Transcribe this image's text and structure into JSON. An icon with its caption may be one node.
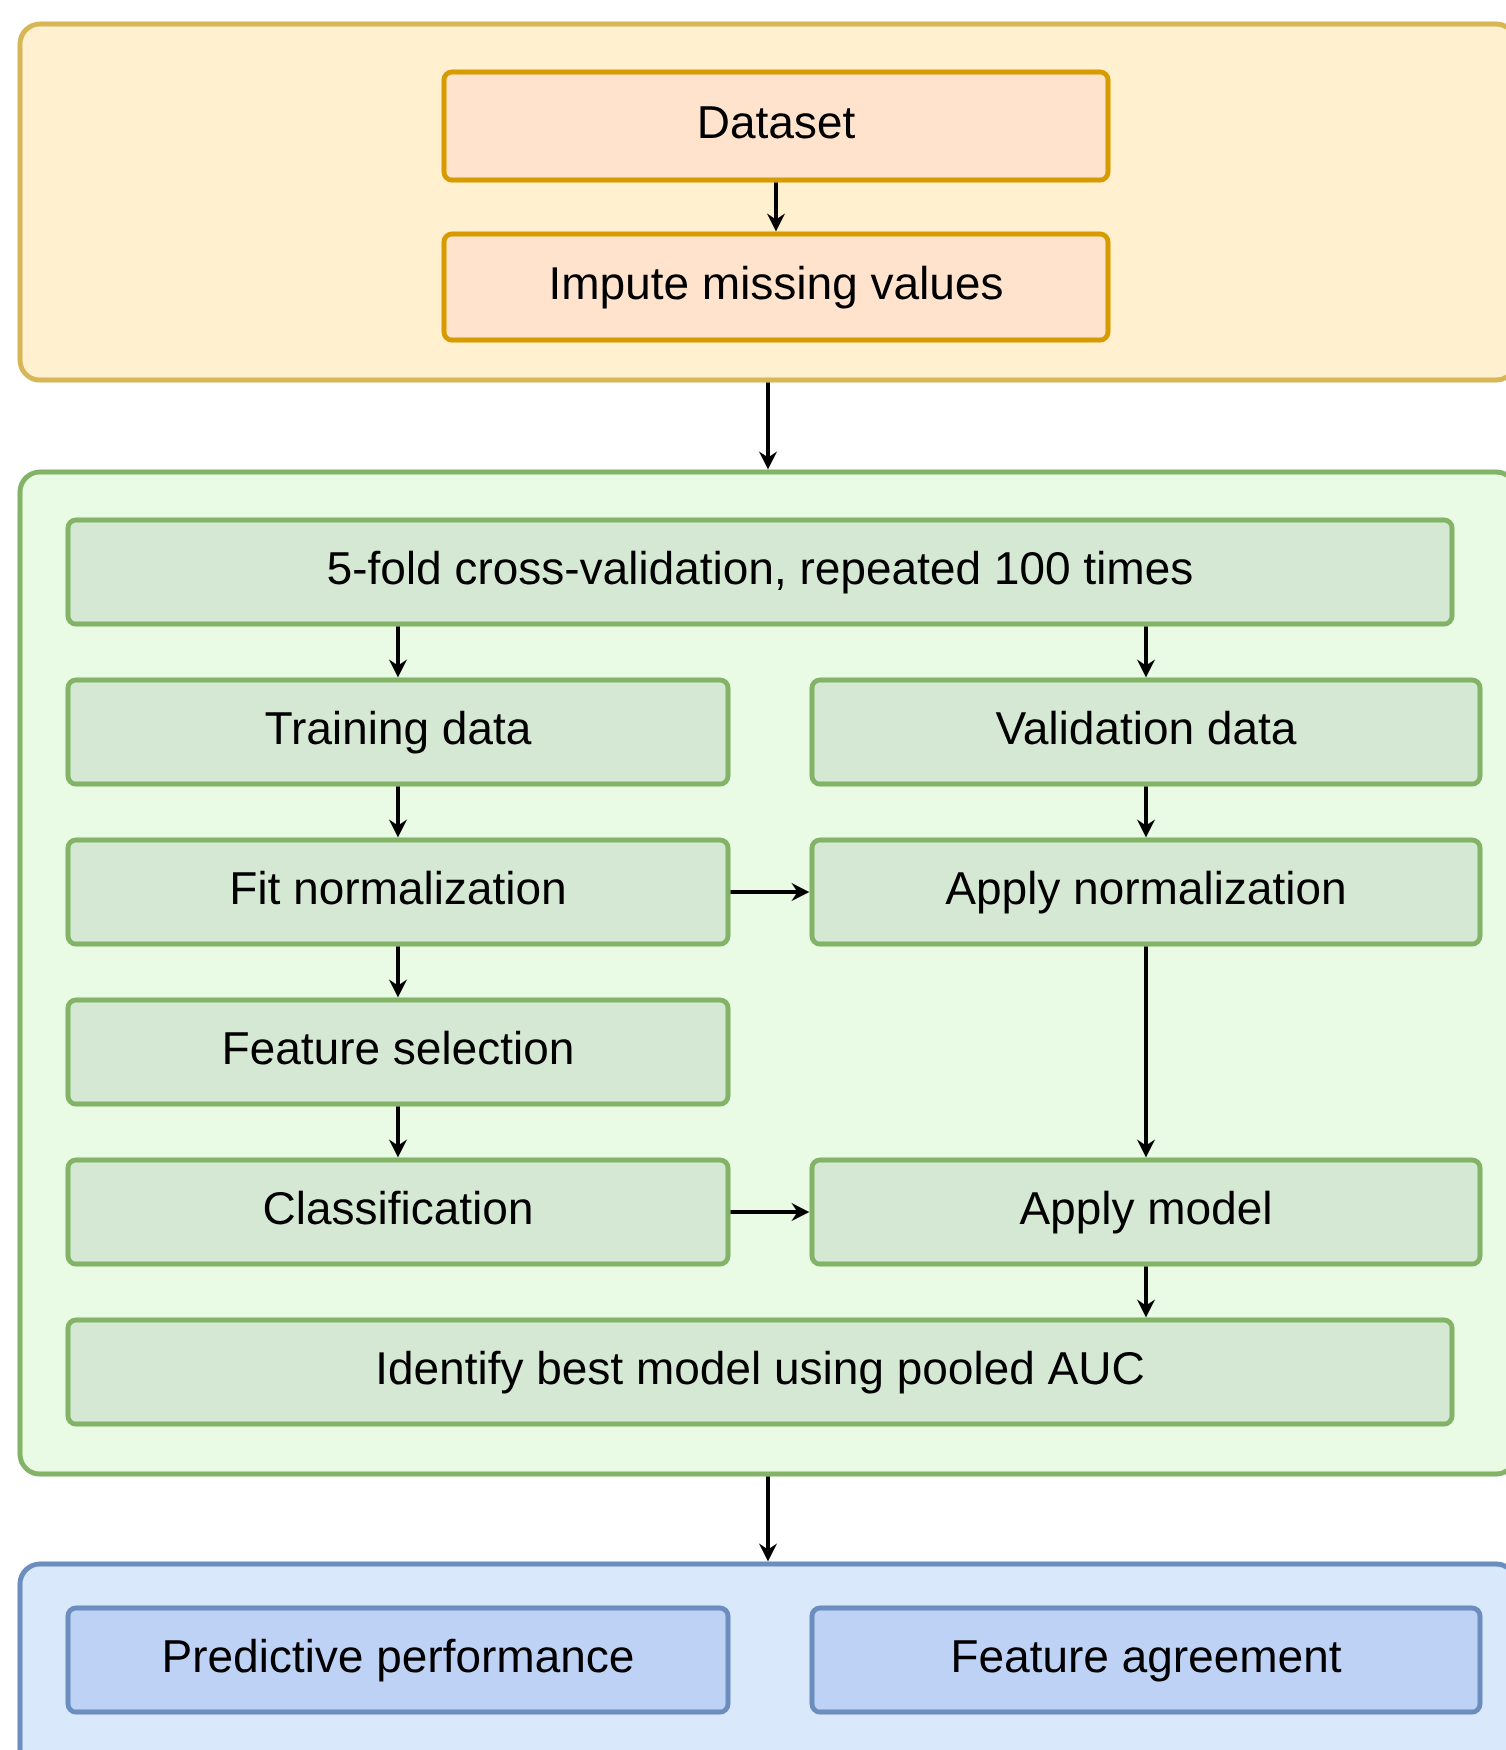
{
  "diagram": {
    "nodes": [
      {
        "text": [],
        "shape": "box"
      },
      {
        "text": [
          "Dataset"
        ],
        "in": 0
      },
      {
        "text": [
          "Impute missing values"
        ],
        "in": 0
      },
      {
        "text": [],
        "shape": "box"
      },
      {
        "text": [
          "5-fold cross-validation, repeated 100 times"
        ],
        "in": 3
      },
      {
        "text": [
          "Training data"
        ],
        "in": 3
      },
      {
        "text": [
          "Validation data"
        ],
        "in": 3
      },
      {
        "text": [
          "Fit normalization"
        ],
        "in": 3
      },
      {
        "text": [
          "Apply normalization"
        ],
        "in": 3
      },
      {
        "text": [
          "Feature selection"
        ],
        "in": 3
      },
      {
        "text": [
          "Classification"
        ],
        "in": 3
      },
      {
        "text": [
          "Apply model"
        ],
        "in": 3
      },
      {
        "text": [
          "Identify best model using pooled AUC"
        ],
        "in": 3
      },
      {
        "text": [],
        "shape": "box"
      },
      {
        "text": [
          "Predictive performance"
        ],
        "in": 13
      },
      {
        "text": [
          "Feature agreement"
        ],
        "in": 13
      }
    ],
    "edges": [
      {
        "from": 1,
        "to": 2,
        "arrow": "to"
      },
      {
        "from": 0,
        "to": 3,
        "arrow": "to"
      },
      {
        "from": 4,
        "to": 5,
        "arrow": "to"
      },
      {
        "from": 4,
        "to": 6,
        "arrow": "to"
      },
      {
        "from": 5,
        "to": 7,
        "arrow": "to"
      },
      {
        "from": 7,
        "to": 8,
        "arrow": "to"
      },
      {
        "from": 6,
        "to": 8,
        "arrow": "to"
      },
      {
        "from": 7,
        "to": 9,
        "arrow": "to"
      },
      {
        "from": 9,
        "to": 10,
        "arrow": "to"
      },
      {
        "from": 8,
        "to": 11,
        "arrow": "to"
      },
      {
        "from": 10,
        "to": 11,
        "arrow": "to"
      },
      {
        "from": 11,
        "to": 12,
        "arrow": "to"
      },
      {
        "from": 3,
        "to": 13,
        "arrow": "to"
      }
    ]
  }
}
